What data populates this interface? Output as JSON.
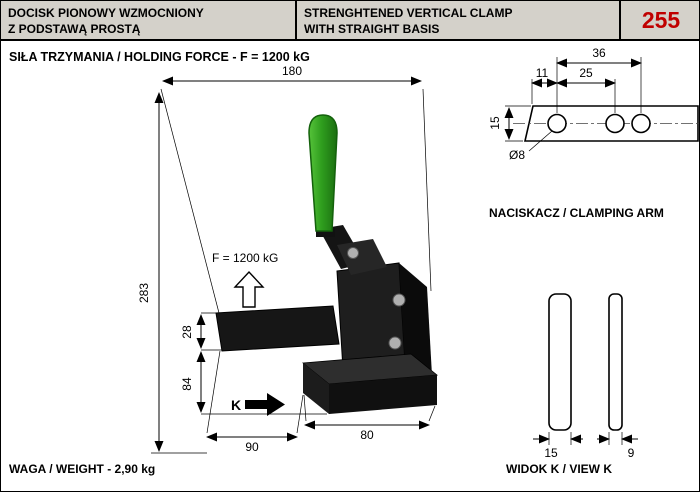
{
  "header": {
    "title_pl_line1": "DOCISK PIONOWY WZMOCNIONY",
    "title_pl_line2": "Z PODSTAWĄ PROSTĄ",
    "title_en_line1": "STRENGHTENED VERTICAL CLAMP",
    "title_en_line2": "WITH STRAIGHT BASIS",
    "product_number": "255"
  },
  "labels": {
    "holding_force": "SIŁA TRZYMANIA / HOLDING FORCE - F = 1200 kG",
    "clamping_arm": "NACISKACZ / CLAMPING ARM",
    "view_k": "WIDOK K / VIEW K",
    "weight": "WAGA / WEIGHT - 2,90 kg"
  },
  "annotations": {
    "force": "F = 1200 kG",
    "view_marker": "K"
  },
  "dimensions_main": {
    "total_width": "180",
    "total_height": "283",
    "arm_section": "28",
    "base_height": "84",
    "base_left": "90",
    "base_right": "80"
  },
  "dimensions_arm": {
    "hole_span": "36",
    "hole_pitch": "25",
    "edge_offset": "11",
    "bar_width": "15",
    "hole_diameter": "Ø8"
  },
  "dimensions_view_k": {
    "left_profile": "15",
    "right_profile": "9"
  },
  "colors": {
    "product_number": "#c00000",
    "header_background": "#d4d1ca",
    "handle_green": "#2f9e1e",
    "body_black": "#161616"
  }
}
